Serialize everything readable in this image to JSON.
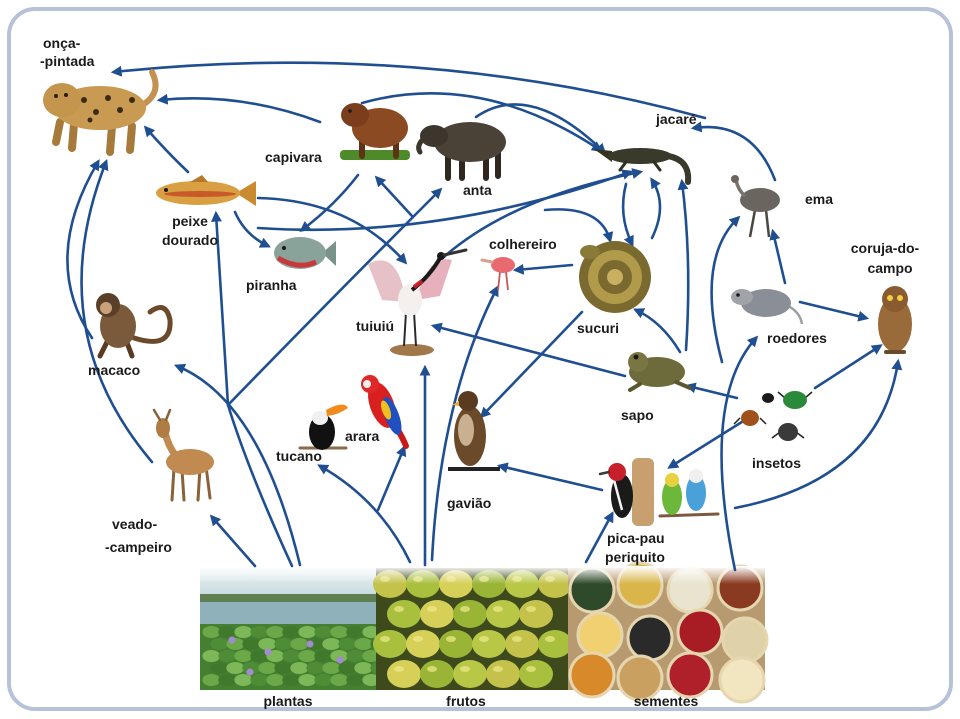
{
  "diagram": {
    "onca": {
      "line1": "onça-",
      "line2": "-pintada"
    },
    "capivara": "capivara",
    "anta": "anta",
    "jacare": "jacaré",
    "ema": "ema",
    "peixe_dourado": {
      "line1": "peixe",
      "line2": "dourado"
    },
    "piranha": "piranha",
    "colhereiro": "colhereiro",
    "coruja": {
      "line1": "coruja-do-",
      "line2": "campo"
    },
    "tuiuiu": "tuiuiú",
    "sucuri": "sucuri",
    "roedores": "roedores",
    "macaco": "macaco",
    "sapo": "sapo",
    "arara": "arara",
    "tucano": "tucano",
    "insetos": "insetos",
    "gaviao": "gavião",
    "veado": {
      "line1": "veado-",
      "line2": "-campeiro"
    },
    "pica_pau": "pica-pau",
    "periquito": "periquito"
  },
  "producers": {
    "plantas": "plantas",
    "frutos": "frutos",
    "sementes": "sementes"
  },
  "colors": {
    "arrow": "#1f4f91",
    "frame": "#b6c2d8",
    "label": "#1a1a1a"
  }
}
